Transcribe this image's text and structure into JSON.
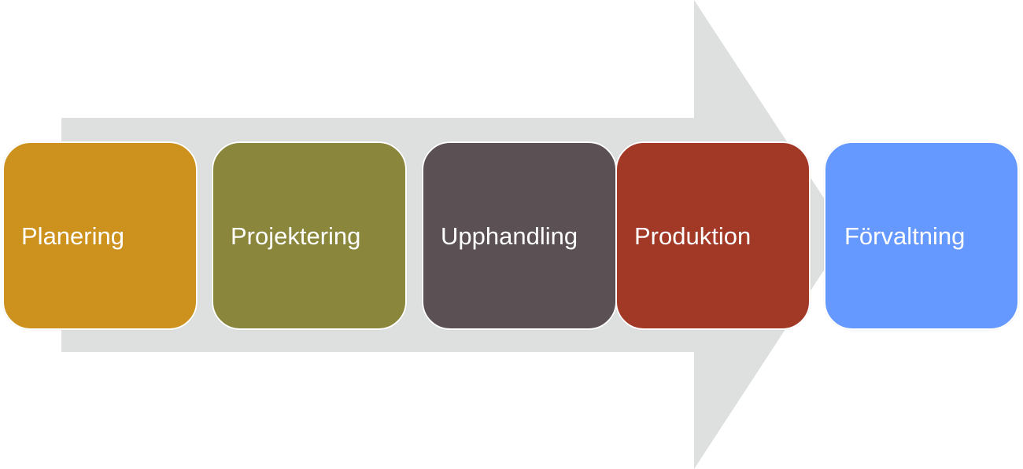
{
  "arrow": {
    "color": "#dde0df"
  },
  "steps": [
    {
      "label": "Planering",
      "color": "#cd911e"
    },
    {
      "label": "Projektering",
      "color": "#8a873c"
    },
    {
      "label": "Upphandling",
      "color": "#5b5053"
    },
    {
      "label": "Produktion",
      "color": "#a23927"
    },
    {
      "label": "Förvaltning",
      "color": "#6699ff"
    }
  ]
}
